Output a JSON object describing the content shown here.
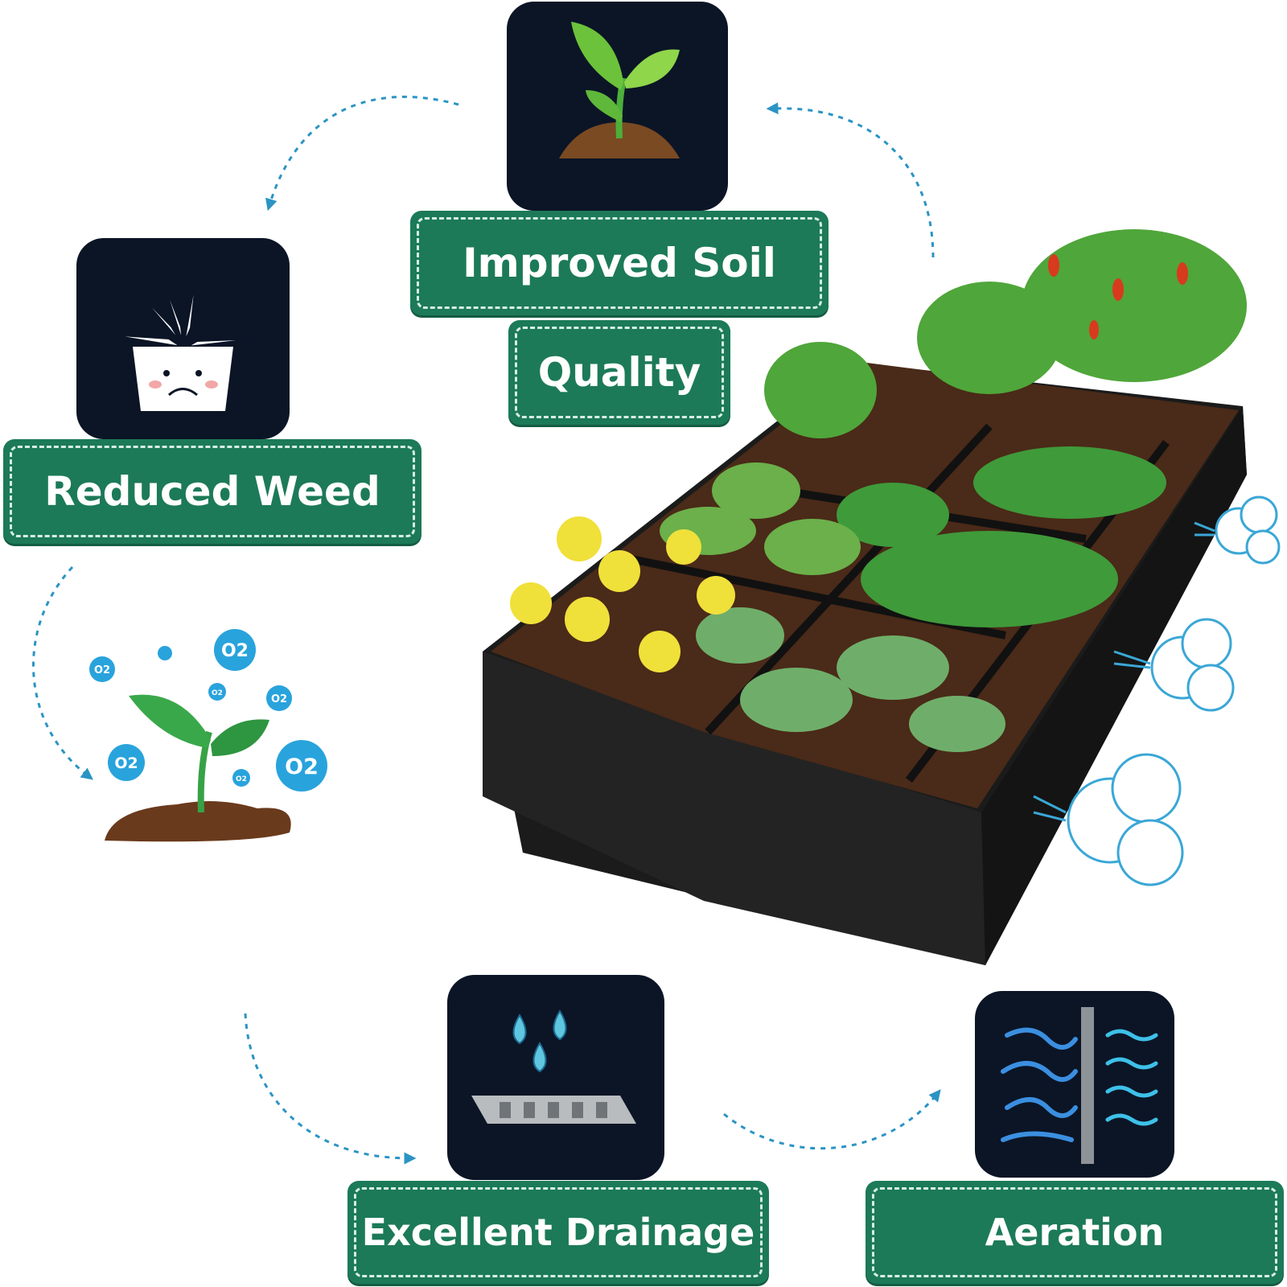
{
  "labels": {
    "improved_soil_line1": "Improved Soil",
    "improved_soil_line2": "Quality",
    "reduced_weed": "Reduced Weed",
    "excellent_drainage": "Excellent Drainage",
    "aeration": "Aeration"
  },
  "o2_bubbles": [
    "O2",
    "O2",
    "O2",
    "O2",
    "O2",
    "O2",
    "O2"
  ],
  "colors": {
    "label_green": "#1c7a58",
    "icon_bg": "#0b1526",
    "arrow_blue": "#2b94c4",
    "bubble_blue": "#29a3dc"
  },
  "icons": [
    "sprout-icon",
    "sad-plant-icon",
    "o2-plant-icon",
    "drainage-icon",
    "aeration-icon",
    "breathing-cloud-icon"
  ]
}
